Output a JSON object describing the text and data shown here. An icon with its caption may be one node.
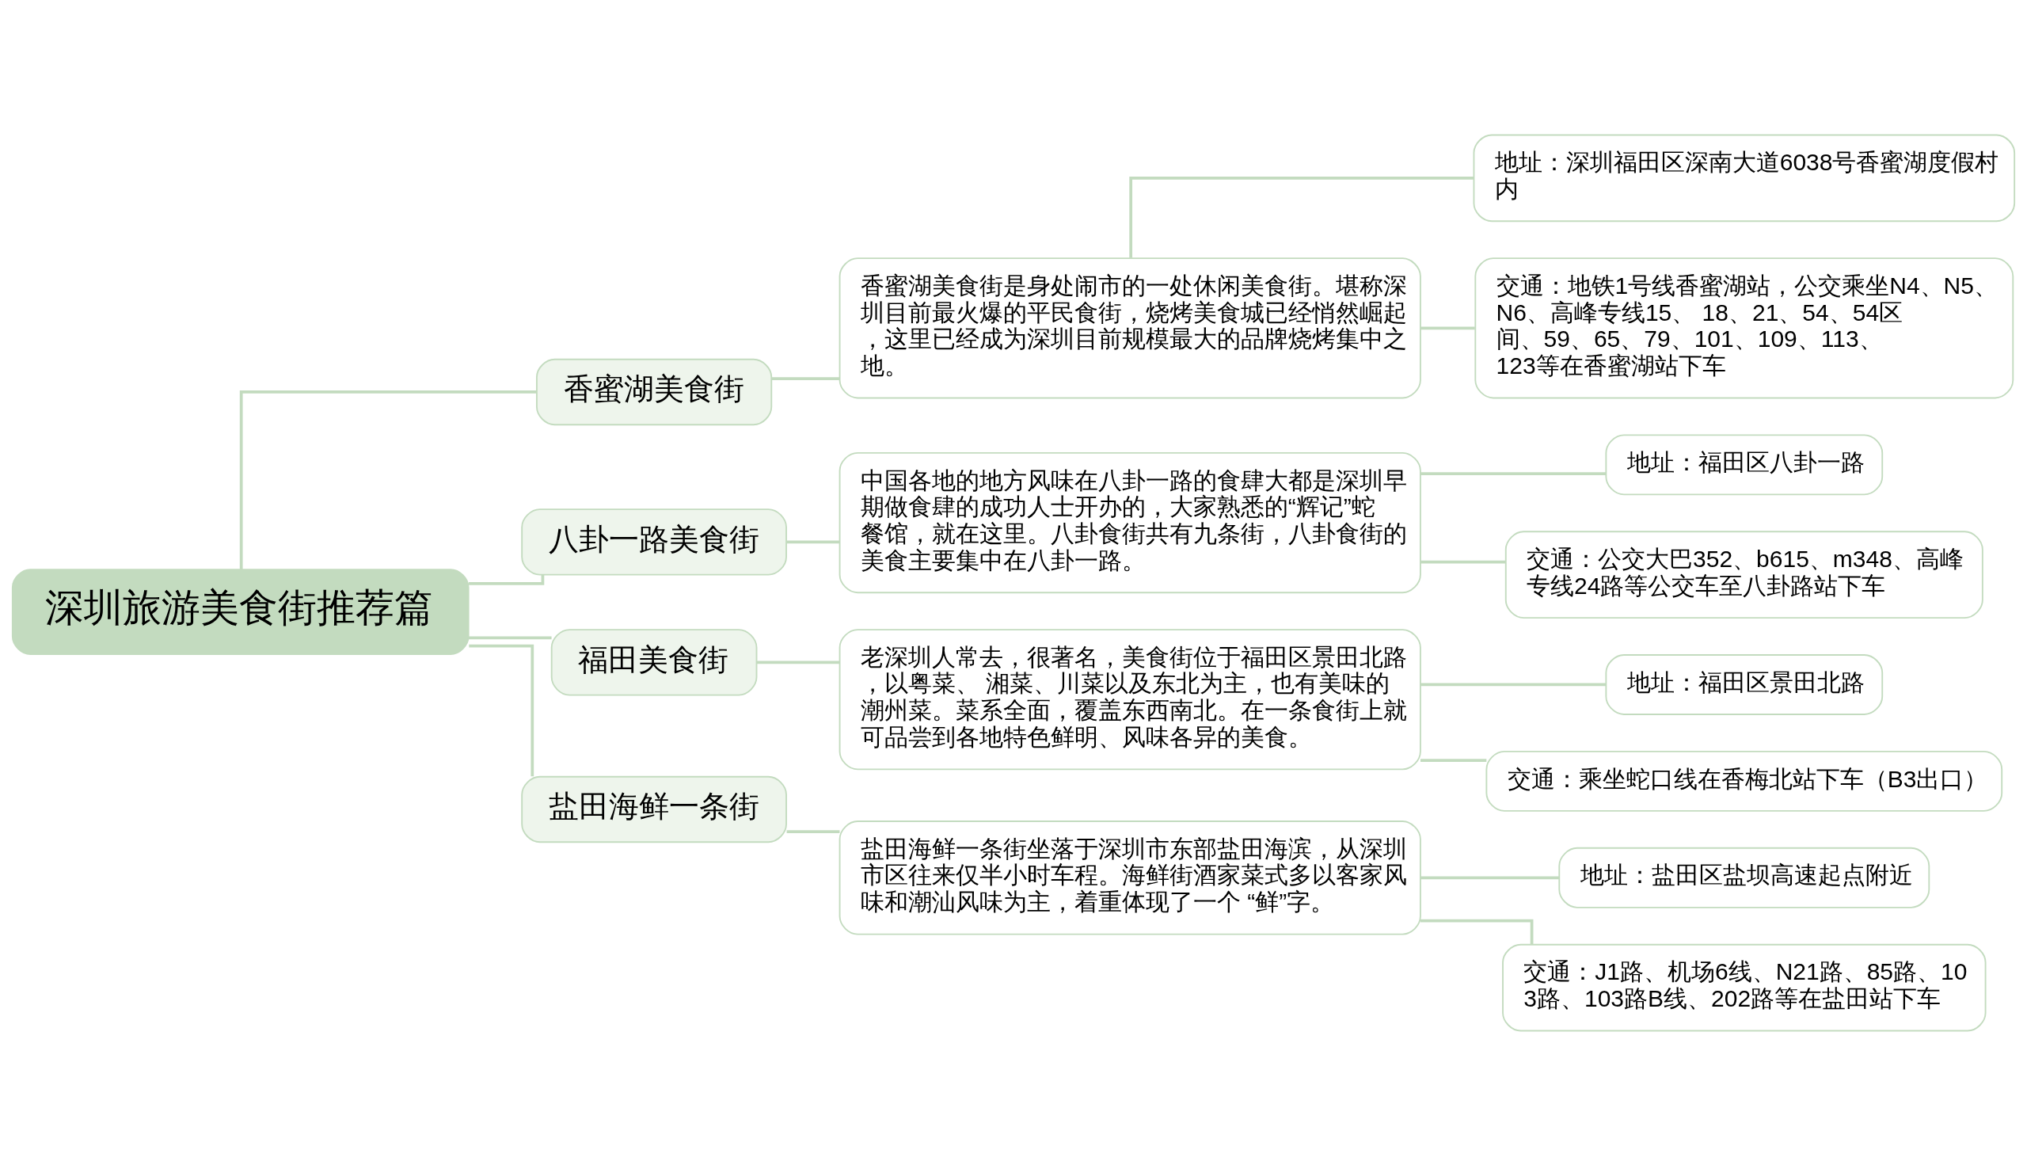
{
  "diagram": {
    "nodes": [
      {
        "text": [
          "深圳旅游美食街推荐篇"
        ]
      },
      {
        "text": [
          "香蜜湖美食街"
        ]
      },
      {
        "text": [
          "香蜜湖美食街是身处闹市的一处休闲美食街。堪称深圳目前最火爆的平民食街，烧烤美食城已经悄然崛起，这里已经成为深圳目前规模最大的品牌烧烤集中之地。"
        ]
      },
      {
        "text": [
          "地址：深圳福田区深南大道6038号香蜜湖度假村内"
        ]
      },
      {
        "text": [
          "交通：地铁1号线香蜜湖站，公交乘坐N4、N5、N6、高峰专线15、 18、21、54、54区间、59、65、79、101、109、113、123等在香蜜湖站下车"
        ]
      },
      {
        "text": [
          "八卦一路美食街"
        ]
      },
      {
        "text": [
          "中国各地的地方风味在八卦一路的食肆大都是深圳早期做食肆的成功人士开办的，大家熟悉的“辉记”蛇餐馆，就在这里。八卦食街共有九条街，八卦食街的美食主要集中在八卦一路。"
        ]
      },
      {
        "text": [
          "地址：福田区八卦一路"
        ]
      },
      {
        "text": [
          "交通：公交大巴352、b615、m348、高峰专线24路等公交车至八卦路站下车"
        ]
      },
      {
        "text": [
          "福田美食街"
        ]
      },
      {
        "text": [
          "老深圳人常去，很著名，美食街位于福田区景田北路，以粤菜、 湘菜、川菜以及东北为主，也有美味的潮州菜。菜系全面，覆盖东西南北。在一条食街上就可品尝到各地特色鲜明、风味各异的美食。"
        ]
      },
      {
        "text": [
          "地址：福田区景田北路"
        ]
      },
      {
        "text": [
          "交通：乘坐蛇口线在香梅北站下车（B3出口）"
        ]
      },
      {
        "text": [
          "盐田海鲜一条街"
        ]
      },
      {
        "text": [
          "盐田海鲜一条街坐落于深圳市东部盐田海滨，从深圳市区往来仅半小时车程。海鲜街酒家菜式多以客家风味和潮汕风味为主，着重体现了一个 “鲜”字。"
        ]
      },
      {
        "text": [
          "地址：盐田区盐坝高速起点附近"
        ]
      },
      {
        "text": [
          "交通：J1路、机场6线、N21路、85路、103路、103路B线、202路等在盐田站下车"
        ]
      }
    ],
    "edges": [
      {
        "from": 0,
        "to": 1,
        "arrow": "none"
      },
      {
        "from": 1,
        "to": 2,
        "arrow": "none"
      },
      {
        "from": 2,
        "to": 3,
        "arrow": "none"
      },
      {
        "from": 2,
        "to": 4,
        "arrow": "none"
      },
      {
        "from": 0,
        "to": 5,
        "arrow": "none"
      },
      {
        "from": 5,
        "to": 6,
        "arrow": "none"
      },
      {
        "from": 6,
        "to": 7,
        "arrow": "none"
      },
      {
        "from": 6,
        "to": 8,
        "arrow": "none"
      },
      {
        "from": 0,
        "to": 9,
        "arrow": "none"
      },
      {
        "from": 9,
        "to": 10,
        "arrow": "none"
      },
      {
        "from": 10,
        "to": 11,
        "arrow": "none"
      },
      {
        "from": 10,
        "to": 12,
        "arrow": "none"
      },
      {
        "from": 0,
        "to": 13,
        "arrow": "none"
      },
      {
        "from": 13,
        "to": 14,
        "arrow": "none"
      },
      {
        "from": 14,
        "to": 15,
        "arrow": "none"
      },
      {
        "from": 14,
        "to": 16,
        "arrow": "none"
      }
    ]
  }
}
